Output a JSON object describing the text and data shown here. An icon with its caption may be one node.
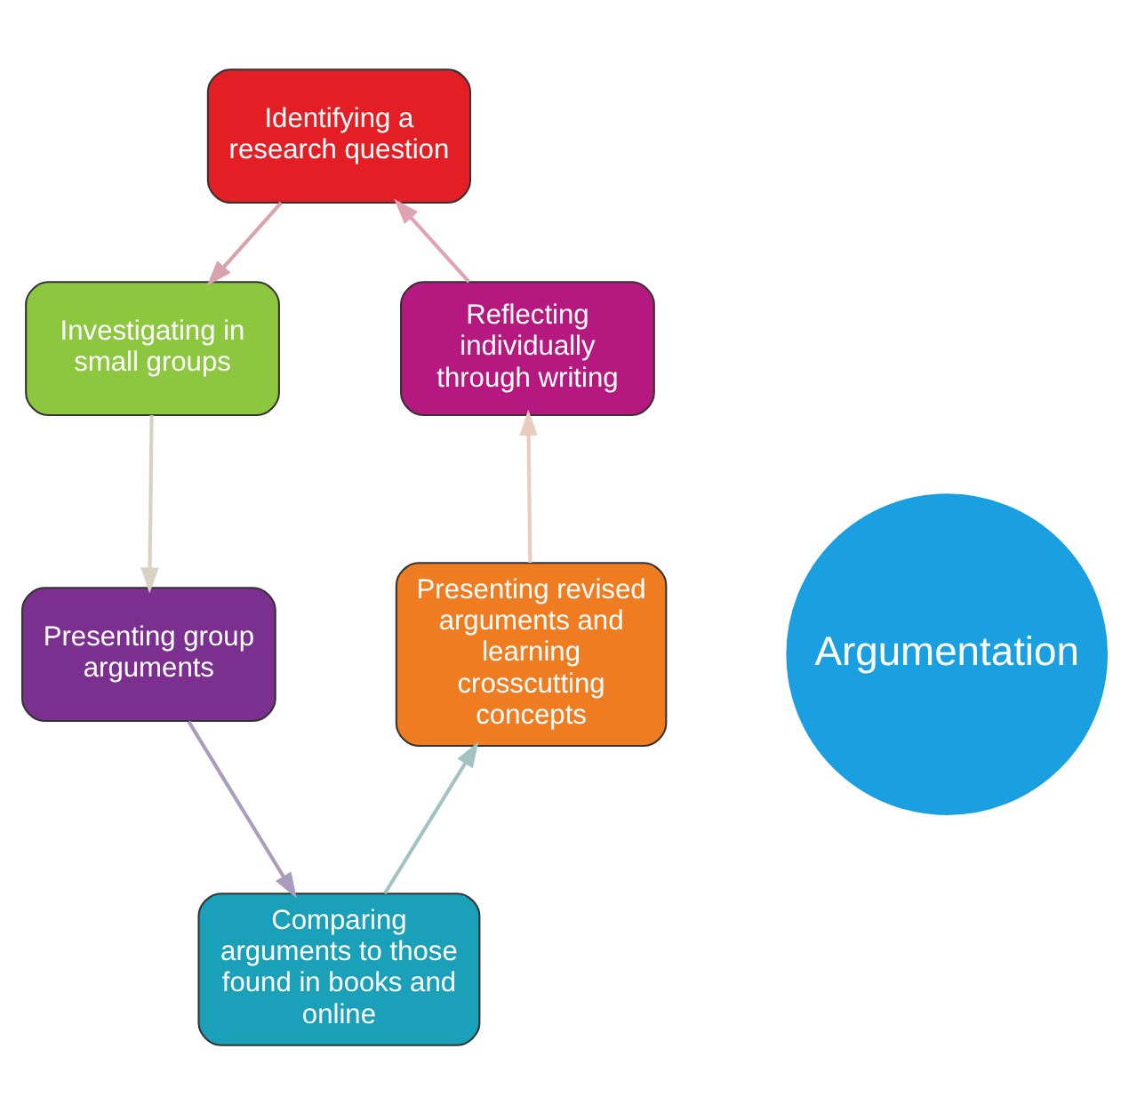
{
  "diagram": {
    "nodes": [
      {
        "text": [
          "Identifying a research question"
        ]
      },
      {
        "text": [
          "Investigating in small groups"
        ]
      },
      {
        "text": [
          "Presenting group arguments"
        ]
      },
      {
        "text": [
          "Comparing arguments to those found in books and online"
        ]
      },
      {
        "text": [
          "Presenting revised arguments and learning crosscutting concepts"
        ]
      },
      {
        "text": [
          "Reflecting individually through writing"
        ]
      },
      {
        "text": [
          "Argumentation"
        ]
      }
    ],
    "edges": [
      {
        "from": 0,
        "to": 1,
        "arrow": "to",
        "color": "#d9a3ad"
      },
      {
        "from": 1,
        "to": 2,
        "arrow": "to",
        "color": "#d8d2c4"
      },
      {
        "from": 2,
        "to": 3,
        "arrow": "to",
        "color": "#aa9cbc"
      },
      {
        "from": 3,
        "to": 4,
        "arrow": "to",
        "color": "#a3c3c3"
      },
      {
        "from": 4,
        "to": 5,
        "arrow": "to",
        "color": "#ebcbbb"
      },
      {
        "from": 5,
        "to": 0,
        "arrow": "to",
        "color": "#e0a3b3"
      }
    ]
  }
}
